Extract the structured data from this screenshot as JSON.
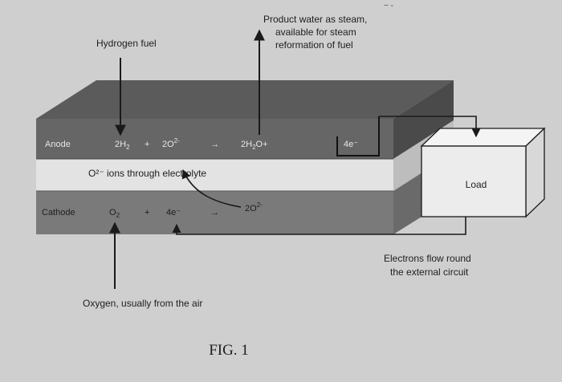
{
  "labels": {
    "hydrogen_fuel": "Hydrogen fuel",
    "product_water_line1": "Product water as steam,",
    "product_water_line2": "available for steam",
    "product_water_line3": "reformation of fuel",
    "anode": "Anode",
    "cathode": "Cathode",
    "ions_through": "O²⁻ ions through electrolyte",
    "load": "Load",
    "electrons_line1": "Electrons flow round",
    "electrons_line2": "the external circuit",
    "oxygen": "Oxygen, usually from the air",
    "figure": "FIG. 1"
  },
  "anode_reaction": {
    "h2_coef": "2H",
    "h2_sub": "2",
    "plus1": "+",
    "o_coef": "2O",
    "o_sup": "2-",
    "arrow": "→",
    "water_coef": "2H",
    "water_sub": "2",
    "water_rest": "O+",
    "electrons_box": "4e⁻"
  },
  "cathode_reaction": {
    "o2": "O",
    "o2_sub": "2",
    "plus": "+",
    "electrons": "4e⁻",
    "arrow": "→",
    "product": "2O",
    "product_sup": "2-"
  },
  "colors": {
    "background": "#cfcfcf",
    "anode_layer": "#666666",
    "electrolyte_layer": "#e3e3e3",
    "cathode_layer": "#7a7a7a",
    "top_face": "#5b5b5b",
    "load_box": "#ececec",
    "line": "#1a1a1a"
  }
}
